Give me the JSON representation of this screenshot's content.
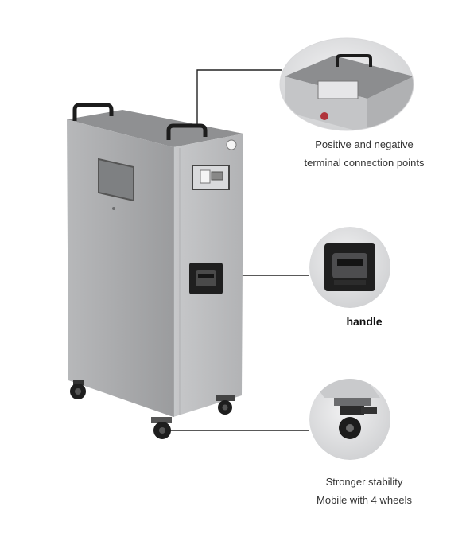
{
  "callouts": [
    {
      "lines": [
        "Positive and negative",
        "terminal connection points"
      ],
      "icon": "terminal-panel-closeup"
    },
    {
      "lines": [
        "handle"
      ],
      "icon": "recessed-handle-closeup"
    },
    {
      "lines": [
        "Stronger stability",
        "Mobile with 4 wheels"
      ],
      "icon": "caster-wheel-closeup"
    }
  ],
  "colors": {
    "cabinet_face": "#a9aaac",
    "cabinet_side": "#bdbec0",
    "cabinet_top": "#8c8d8f",
    "hardware": "#1c1c1c",
    "leader_line": "#222222"
  }
}
